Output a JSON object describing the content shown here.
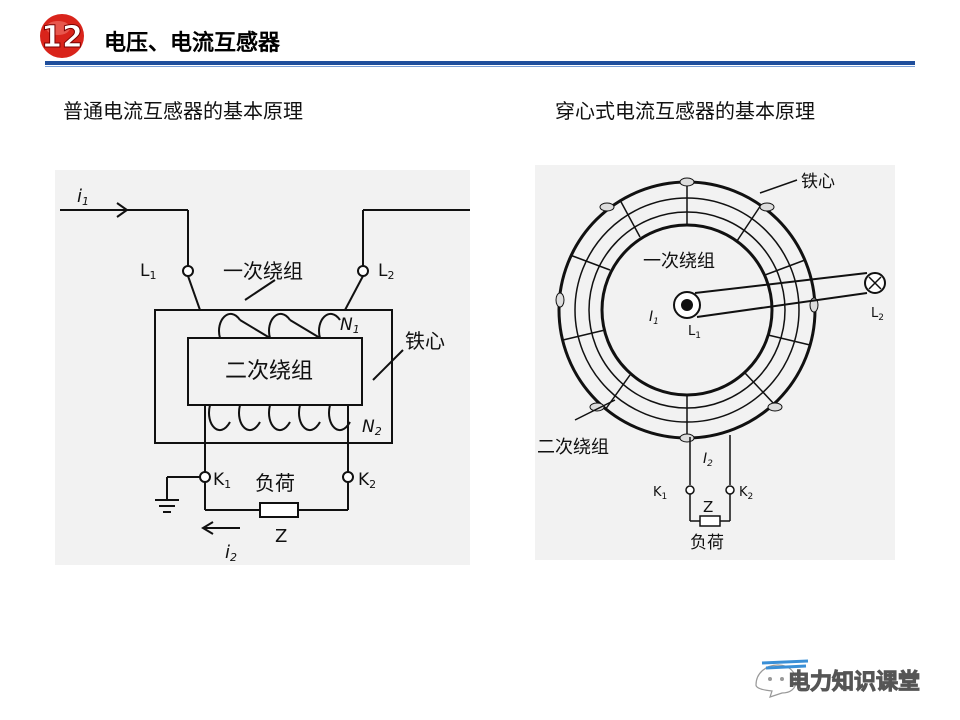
{
  "header": {
    "badge_number": "12",
    "title": "电压、电流互感器",
    "accent_color": "#1f4e9c",
    "badge_color": "#d9241b"
  },
  "captions": {
    "left": "普通电流互感器的基本原理",
    "right": "穿心式电流互感器的基本原理"
  },
  "left_diagram": {
    "i1": "i",
    "i1_sub": "1",
    "L1": "L",
    "L1_sub": "1",
    "L2": "L",
    "L2_sub": "2",
    "primary_winding": "一次绕组",
    "secondary_winding": "二次绕组",
    "N1": "N",
    "N1_sub": "1",
    "N2": "N",
    "N2_sub": "2",
    "core": "铁心",
    "K1": "K",
    "K1_sub": "1",
    "K2": "K",
    "K2_sub": "2",
    "load": "负荷",
    "Z": "Z",
    "i2": "i",
    "i2_sub": "2"
  },
  "right_diagram": {
    "core": "铁心",
    "primary_winding": "一次绕组",
    "i1": "I",
    "i1_sub": "1",
    "L1": "L",
    "L1_sub": "1",
    "L2": "L",
    "L2_sub": "2",
    "secondary_winding": "二次绕组",
    "i2": "I",
    "i2_sub": "2",
    "K1": "K",
    "K1_sub": "1",
    "K2": "K",
    "K2_sub": "2",
    "Z": "Z",
    "load": "负荷"
  },
  "watermark": {
    "text": "电力知识课堂"
  }
}
